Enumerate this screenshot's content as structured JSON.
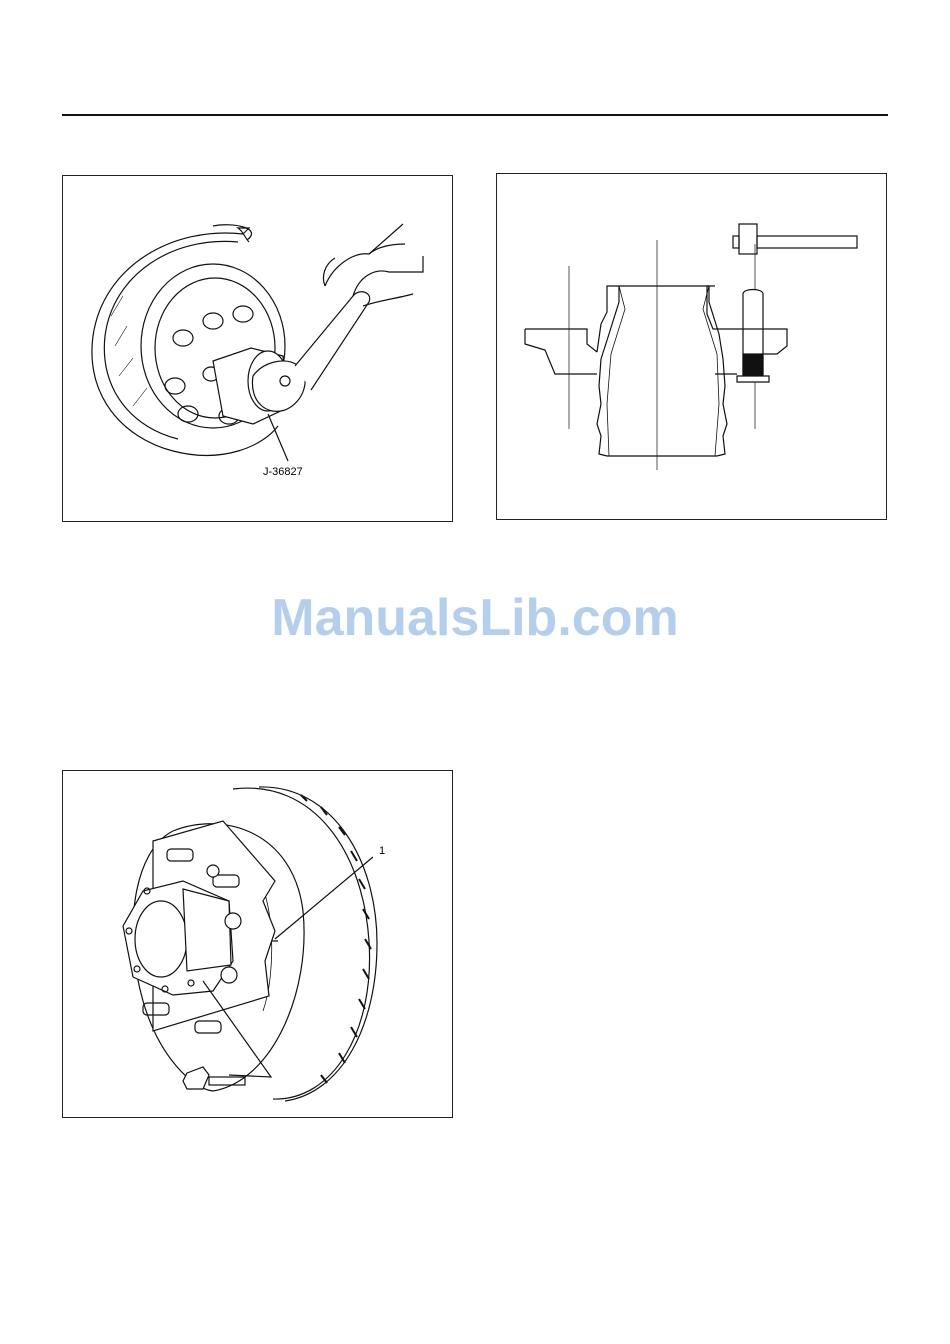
{
  "figures": {
    "wrench_hub": {
      "tool_label": "J-36827"
    },
    "stud_press": {},
    "hub_rotor": {
      "callout": "1"
    }
  },
  "watermark": {
    "text": "ManualsLib.com",
    "color": "#9bbfe8"
  }
}
